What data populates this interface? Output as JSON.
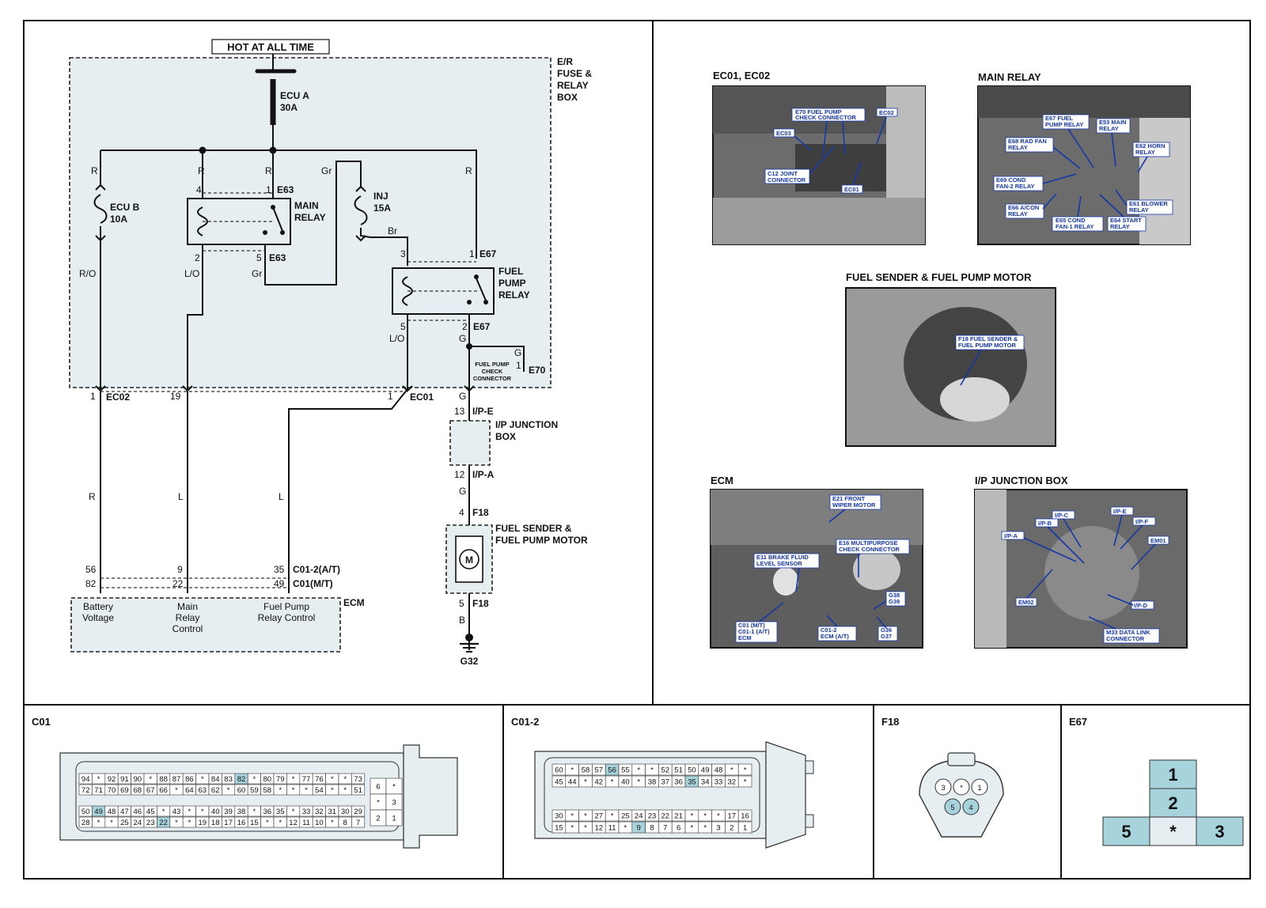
{
  "header": {
    "hot_label": "HOT AT ALL TIME"
  },
  "fuse_box": {
    "name": [
      "E/R",
      "FUSE &",
      "RELAY",
      "BOX"
    ]
  },
  "fuses": {
    "ecu_a": [
      "ECU A",
      "30A"
    ],
    "ecu_b": [
      "ECU B",
      "10A"
    ],
    "inj": [
      "INJ",
      "15A"
    ]
  },
  "relays": {
    "main": [
      "MAIN",
      "RELAY"
    ],
    "fuel_pump": [
      "FUEL",
      "PUMP",
      "RELAY"
    ]
  },
  "wire_colors": {
    "r1": "R",
    "r2": "R",
    "r3": "R",
    "gr_top": "Gr",
    "r4": "R",
    "ro": "R/O",
    "lo1": "L/O",
    "gr_mid": "Gr",
    "br": "Br",
    "lo2": "L/O",
    "g1": "G",
    "g2": "G",
    "g3": "G",
    "g4": "G",
    "r_low": "R",
    "l1": "L",
    "l2": "L",
    "b": "B"
  },
  "connectors": {
    "e63_top": "E63",
    "e63_bot": "E63",
    "e67_top": "E67",
    "e67_bot": "E67",
    "e70": "E70",
    "ec02": "EC02",
    "ec01": "EC01",
    "ipe": "I/P-E",
    "ipa": "I/P-A",
    "f18_top": "F18",
    "f18_bot": "F18",
    "c01_2": "C01-2(A/T)",
    "c01": "C01(M/T)",
    "ecm": "ECM",
    "g32": "G32"
  },
  "pins": {
    "e63_4": "4",
    "e63_1": "1",
    "e63_2": "2",
    "e63_5": "5",
    "e67_3": "3",
    "e67_1": "1",
    "e67_5": "5",
    "e67_2": "2",
    "e70_1": "1",
    "ec02_1": "1",
    "ec01_19": "19",
    "ec01_1": "1",
    "ipe_13": "13",
    "ipa_12": "12",
    "f18_4": "4",
    "f18_5": "5",
    "c01_56": "56",
    "c01_82": "82",
    "c01_9": "9",
    "c01_22": "22",
    "c01_35": "35",
    "c01_49": "49"
  },
  "labels": {
    "fuel_pump_check": [
      "FUEL PUMP",
      "CHECK",
      "CONNECTOR"
    ],
    "ip_junction": [
      "I/P JUNCTION",
      "BOX"
    ],
    "fuel_sender": [
      "FUEL SENDER &",
      "FUEL PUMP MOTOR"
    ],
    "motor": "M"
  },
  "ecm_box": {
    "battery": [
      "Battery",
      "Voltage"
    ],
    "main_relay": [
      "Main",
      "Relay",
      "Control"
    ],
    "fuel_pump": [
      "Fuel Pump",
      "Relay Control"
    ]
  },
  "photos": {
    "ec01": {
      "title": "EC01, EC02",
      "callouts": {
        "e70": [
          "E70 FUEL PUMP",
          "CHECK CONNECTOR"
        ],
        "ec02": "EC02",
        "ec03": "EC03",
        "c12": [
          "C12 JOINT",
          "CONNECTOR"
        ],
        "ec01": "EC01"
      }
    },
    "main_relay": {
      "title": "MAIN RELAY",
      "callouts": {
        "e67": [
          "E67 FUEL",
          "PUMP RELAY"
        ],
        "e53": [
          "E53 MAIN",
          "RELAY"
        ],
        "e68": [
          "E68 RAD FAN",
          "RELAY"
        ],
        "e62": [
          "E62 HORN",
          "RELAY"
        ],
        "e69": [
          "E69 COND",
          "FAN-2 RELAY"
        ],
        "e66": [
          "E66 A/CON",
          "RELAY"
        ],
        "e61": [
          "E61 BLOWER",
          "RELAY"
        ],
        "e65": [
          "E65 COND",
          "FAN-1 RELAY"
        ],
        "e64": [
          "E64 START",
          "RELAY"
        ]
      }
    },
    "fuel": {
      "title": "FUEL SENDER & FUEL PUMP MOTOR",
      "callouts": {
        "f18": [
          "F18 FUEL SENDER &",
          "FUEL PUMP MOTOR"
        ]
      }
    },
    "ecm": {
      "title": "ECM",
      "callouts": {
        "e21": [
          "E21 FRONT",
          "WIPER MOTOR"
        ],
        "e16": [
          "E16 MULTIPURPOSE",
          "CHECK CONNECTOR"
        ],
        "e11": [
          "E11 BRAKE FLUID",
          "LEVEL SENSOR"
        ],
        "g38": [
          "G38",
          "G39"
        ],
        "c01": [
          "C01 (M/T)",
          "C01-1 (A/T)",
          "ECM"
        ],
        "c012": [
          "C01-2",
          "ECM (A/T)"
        ],
        "g36": [
          "G36",
          "G37"
        ]
      }
    },
    "ipj": {
      "title": "I/P JUNCTION BOX",
      "callouts": {
        "ipc": "I/P-C",
        "ipe": "I/P-E",
        "ipb": "I/P-B",
        "ipf": "I/P-F",
        "ipa": "I/P-A",
        "em01": "EM01",
        "em02": "EM02",
        "ipd": "I/P-D",
        "m33": [
          "M33 DATA LINK",
          "CONNECTOR"
        ]
      }
    }
  },
  "connector_views": {
    "c01": {
      "title": "C01",
      "rows": [
        [
          "94",
          "*",
          "92",
          "91",
          "90",
          "*",
          "88",
          "87",
          "86",
          "*",
          "84",
          "83",
          "82",
          "*",
          "80",
          "79",
          "*",
          "77",
          "76",
          "*",
          "*",
          "73"
        ],
        [
          "72",
          "71",
          "70",
          "69",
          "68",
          "67",
          "66",
          "*",
          "64",
          "63",
          "62",
          "*",
          "60",
          "59",
          "58",
          "*",
          "*",
          "*",
          "54",
          "*",
          "*",
          "51"
        ],
        [
          "50",
          "49",
          "48",
          "47",
          "46",
          "45",
          "*",
          "43",
          "*",
          "*",
          "40",
          "39",
          "38",
          "*",
          "36",
          "35",
          "*",
          "33",
          "32",
          "31",
          "30",
          "29"
        ],
        [
          "28",
          "*",
          "*",
          "25",
          "24",
          "23",
          "22",
          "*",
          "*",
          "19",
          "18",
          "17",
          "16",
          "15",
          "*",
          "*",
          "12",
          "11",
          "10",
          "*",
          "8",
          "7"
        ]
      ],
      "side": [
        [
          "6",
          "*"
        ],
        [
          "*",
          "3"
        ],
        [
          "2",
          "1"
        ]
      ],
      "highlight": [
        "82",
        "49",
        "22"
      ]
    },
    "c01_2": {
      "title": "C01-2",
      "rows": [
        [
          "60",
          "*",
          "58",
          "57",
          "56",
          "55",
          "*",
          "*",
          "52",
          "51",
          "50",
          "49",
          "48",
          "*",
          "*"
        ],
        [
          "45",
          "44",
          "*",
          "42",
          "*",
          "40",
          "*",
          "38",
          "37",
          "36",
          "35",
          "34",
          "33",
          "32",
          "*"
        ],
        [
          "30",
          "*",
          "*",
          "27",
          "*",
          "25",
          "24",
          "23",
          "22",
          "21",
          "*",
          "*",
          "*",
          "17",
          "16"
        ],
        [
          "15",
          "*",
          "*",
          "12",
          "11",
          "*",
          "9",
          "8",
          "7",
          "6",
          "*",
          "*",
          "3",
          "2",
          "1"
        ]
      ],
      "highlight": [
        "56",
        "35",
        "9"
      ]
    },
    "f18": {
      "title": "F18",
      "pins": [
        "3",
        "*",
        "1",
        "5",
        "4"
      ]
    },
    "e67": {
      "title": "E67",
      "pins": [
        "1",
        "2",
        "5",
        "*",
        "3"
      ]
    }
  },
  "colors": {
    "fill": "#e6eef1",
    "highlight": "#a7d3dc",
    "callout": "#1437a8"
  }
}
